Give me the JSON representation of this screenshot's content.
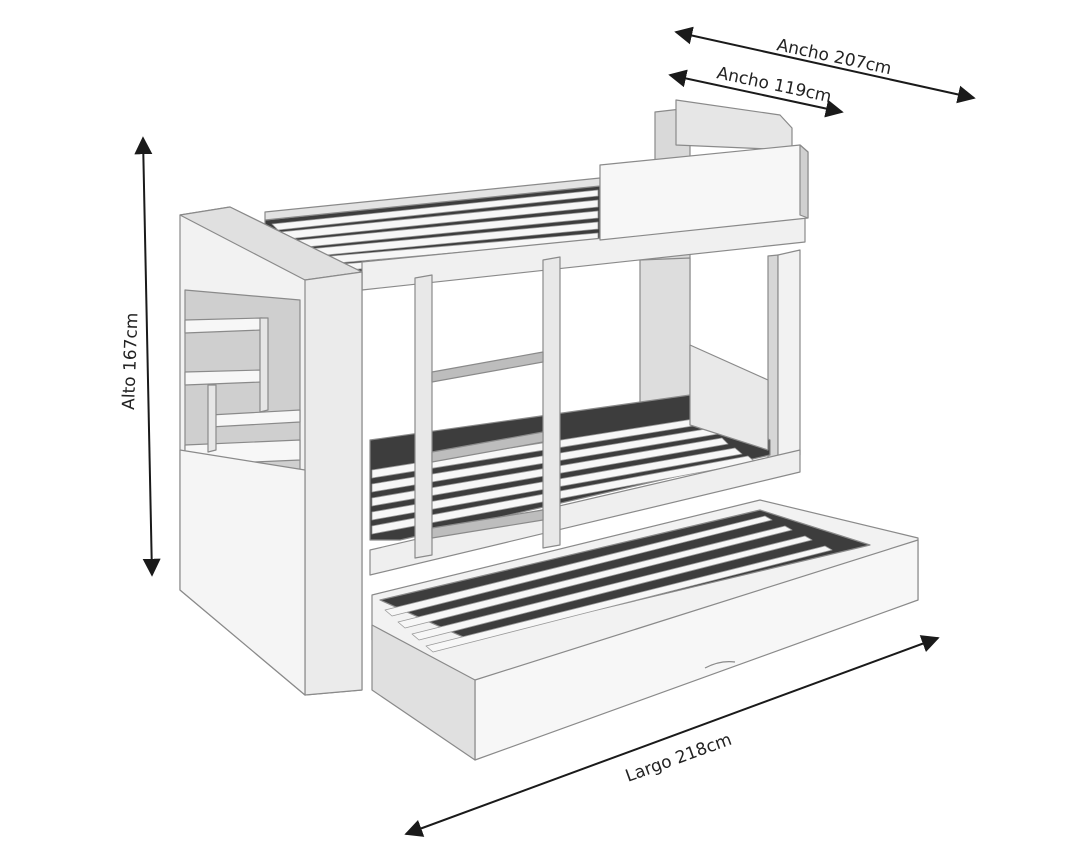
{
  "dimensions": {
    "width_outer": "Ancho 207cm",
    "width_inner": "Ancho 119cm",
    "height": "Alto 167cm",
    "length": "Largo 218cm"
  },
  "colors": {
    "background": "#ffffff",
    "panel": "#f2f2f2",
    "panel_shade": "#d9d9d9",
    "panel_dark": "#bdbdbd",
    "outline": "#8a8a8a",
    "slat": "#f7f7f7",
    "slat_gap": "#3d3d3d",
    "arrow": "#1a1a1a"
  }
}
